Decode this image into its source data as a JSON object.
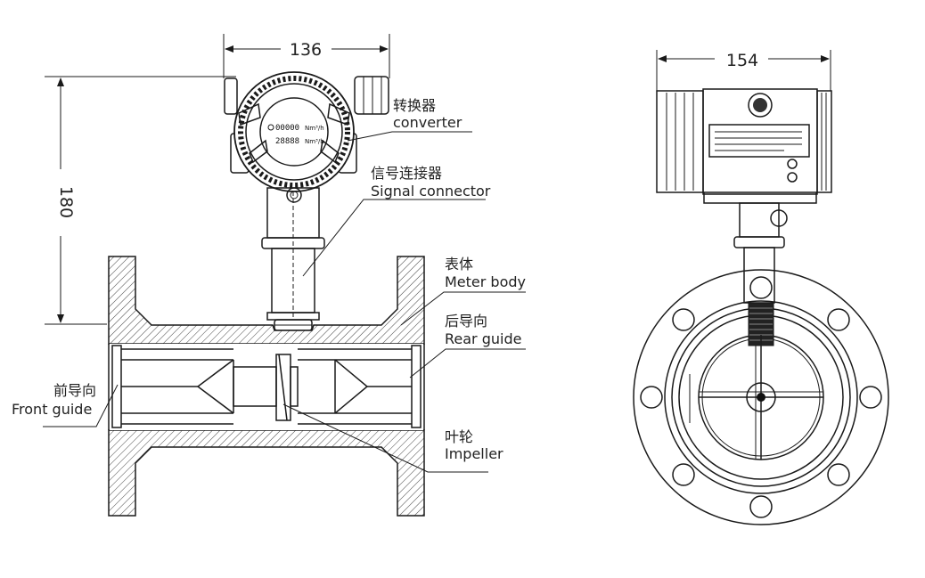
{
  "dimensions": {
    "converter_width": "136",
    "overall_height": "180",
    "side_width": "154"
  },
  "labels": {
    "converter_cn": "转换器",
    "converter_en": "converter",
    "signal_connector_cn": "信号连接器",
    "signal_connector_en": "Signal connector",
    "meter_body_cn": "表体",
    "meter_body_en": "Meter body",
    "rear_guide_cn": "后导向",
    "rear_guide_en": "Rear guide",
    "front_guide_cn": "前导向",
    "front_guide_en": "Front guide",
    "impeller_cn": "叶轮",
    "impeller_en": "Impeller"
  },
  "display": {
    "line1_value": "00000",
    "line1_unit": "Nm³/h",
    "line2_value": "28888",
    "line2_unit": "Nm³/h"
  }
}
